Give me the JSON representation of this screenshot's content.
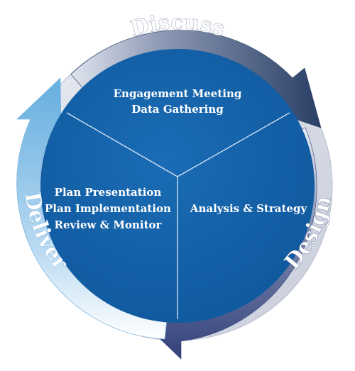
{
  "diagram": {
    "arc_labels": {
      "discuss": "Discuss",
      "design": "Design",
      "deliver": "Deliver"
    },
    "sectors": {
      "top": [
        "Engagement Meeting",
        "Data Gathering"
      ],
      "right": [
        "Analysis & Strategy"
      ],
      "left": [
        "Plan Presentation",
        "Plan Implementation",
        "Review & Monitor"
      ]
    },
    "colors": {
      "disc": "#1565ad",
      "divider": "#d8e6f4",
      "discuss_arrow_dark": "#2a3f66",
      "design_arrow_dark": "#33407a",
      "deliver_arrow": "#64aedf",
      "label_text": "#ffffff"
    }
  }
}
